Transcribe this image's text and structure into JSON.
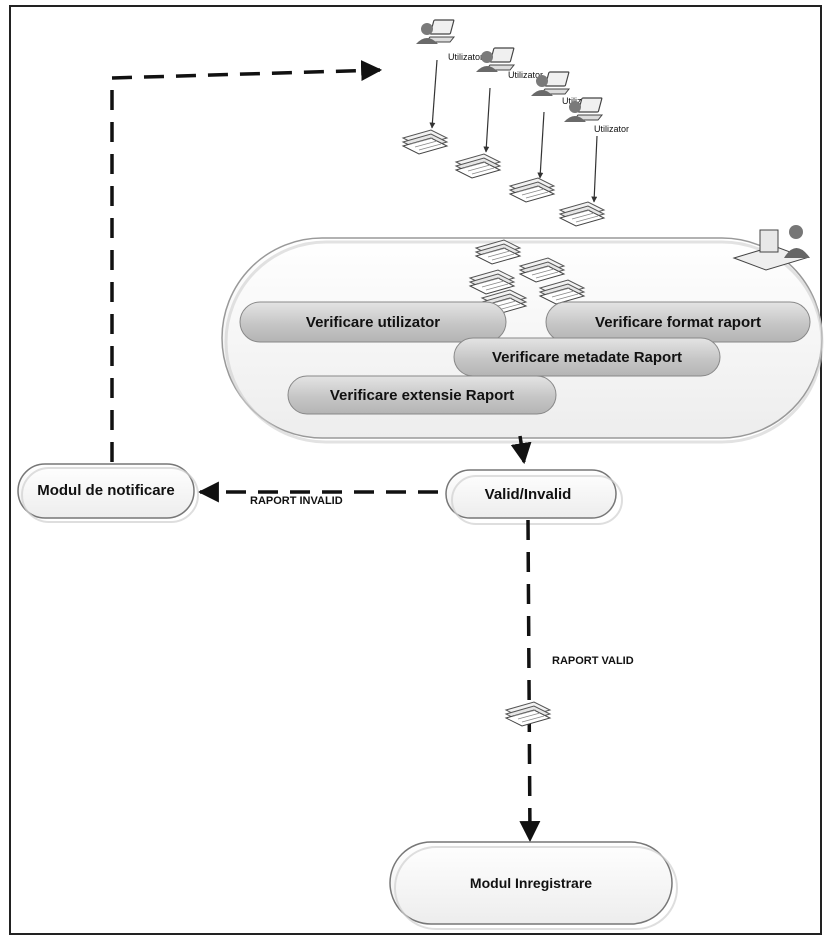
{
  "users": {
    "label": "Utilizator",
    "labels": [
      "Utilizator",
      "Utilizator",
      "Utilizator",
      "Utilizator"
    ]
  },
  "checks": {
    "user": "Verificare utilizator",
    "format": "Verificare format raport",
    "metadata": "Verificare metadate Raport",
    "extension": "Verificare extensie Raport"
  },
  "decision": {
    "label": "Valid/Invalid"
  },
  "notification": {
    "label": "Modul de notificare"
  },
  "registration": {
    "label": "Modul Inregistrare"
  },
  "edges": {
    "invalid": "RAPORT INVALID",
    "valid": "RAPORT VALID"
  },
  "colors": {
    "pill_fill": "#c9c9c9",
    "container_fill": "#f4f4f4",
    "line": "#111111"
  }
}
